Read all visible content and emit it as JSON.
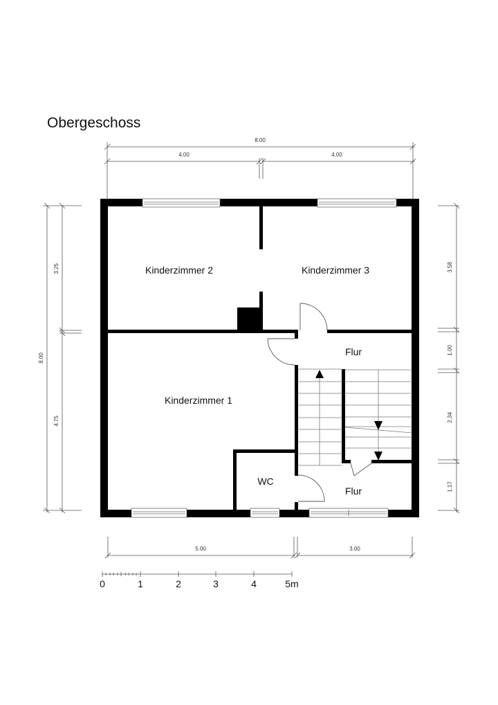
{
  "title": "Obergeschoss",
  "rooms": {
    "kinderzimmer_2": "Kinderzimmer 2",
    "kinderzimmer_3": "Kinderzimmer 3",
    "kinderzimmer_1": "Kinderzimmer 1",
    "flur_upper": "Flur",
    "flur_lower": "Flur",
    "wc": "WC"
  },
  "dimensions": {
    "top_total": "8.00",
    "top_left": "4.00",
    "top_right": "4.00",
    "left_total": "8.00",
    "left_upper": "3.25",
    "left_lower": "4.75",
    "right_1": "3.58",
    "right_2": "1.00",
    "right_3": "2.34",
    "right_4": "1.17",
    "bottom_left": "5.00",
    "bottom_right": "3.00"
  },
  "scale_bar": {
    "labels": [
      "0",
      "1",
      "2",
      "3",
      "4",
      "5m"
    ]
  },
  "colors": {
    "wall": "#000000",
    "dimension_line": "#555555",
    "background": "#ffffff"
  }
}
